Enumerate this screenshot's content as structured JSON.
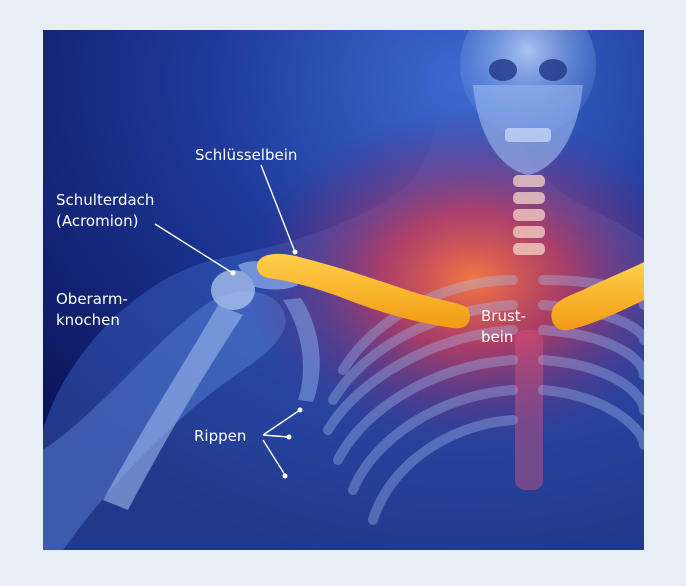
{
  "figure": {
    "labels": {
      "clavicle": "Schlüsselbein",
      "acromion": "Schulterdach\n(Acromion)",
      "humerus": "Oberarm-\nknochen",
      "sternum": "Brust-\nbein",
      "ribs": "Rippen"
    },
    "colors": {
      "background_dark": "#0e1a6a",
      "background_light": "#2a4fb0",
      "bone_highlight": "#f7a823",
      "glow": "#ff5a2c",
      "frame": "#e8eef6"
    }
  }
}
